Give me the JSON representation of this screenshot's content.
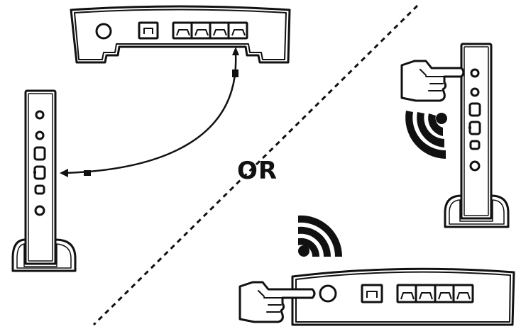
{
  "diagram": {
    "separator_text": "OR",
    "colors": {
      "ink": "#111111",
      "paper": "#ffffff"
    },
    "options": [
      {
        "name": "cable-connection",
        "icons": [
          "router-icon",
          "tower-device-icon",
          "ethernet-cable-icon"
        ]
      },
      {
        "name": "wps-button-connection",
        "icons": [
          "tower-device-icon",
          "router-icon",
          "pointing-hand-icon",
          "wifi-signal-icon"
        ]
      }
    ]
  }
}
